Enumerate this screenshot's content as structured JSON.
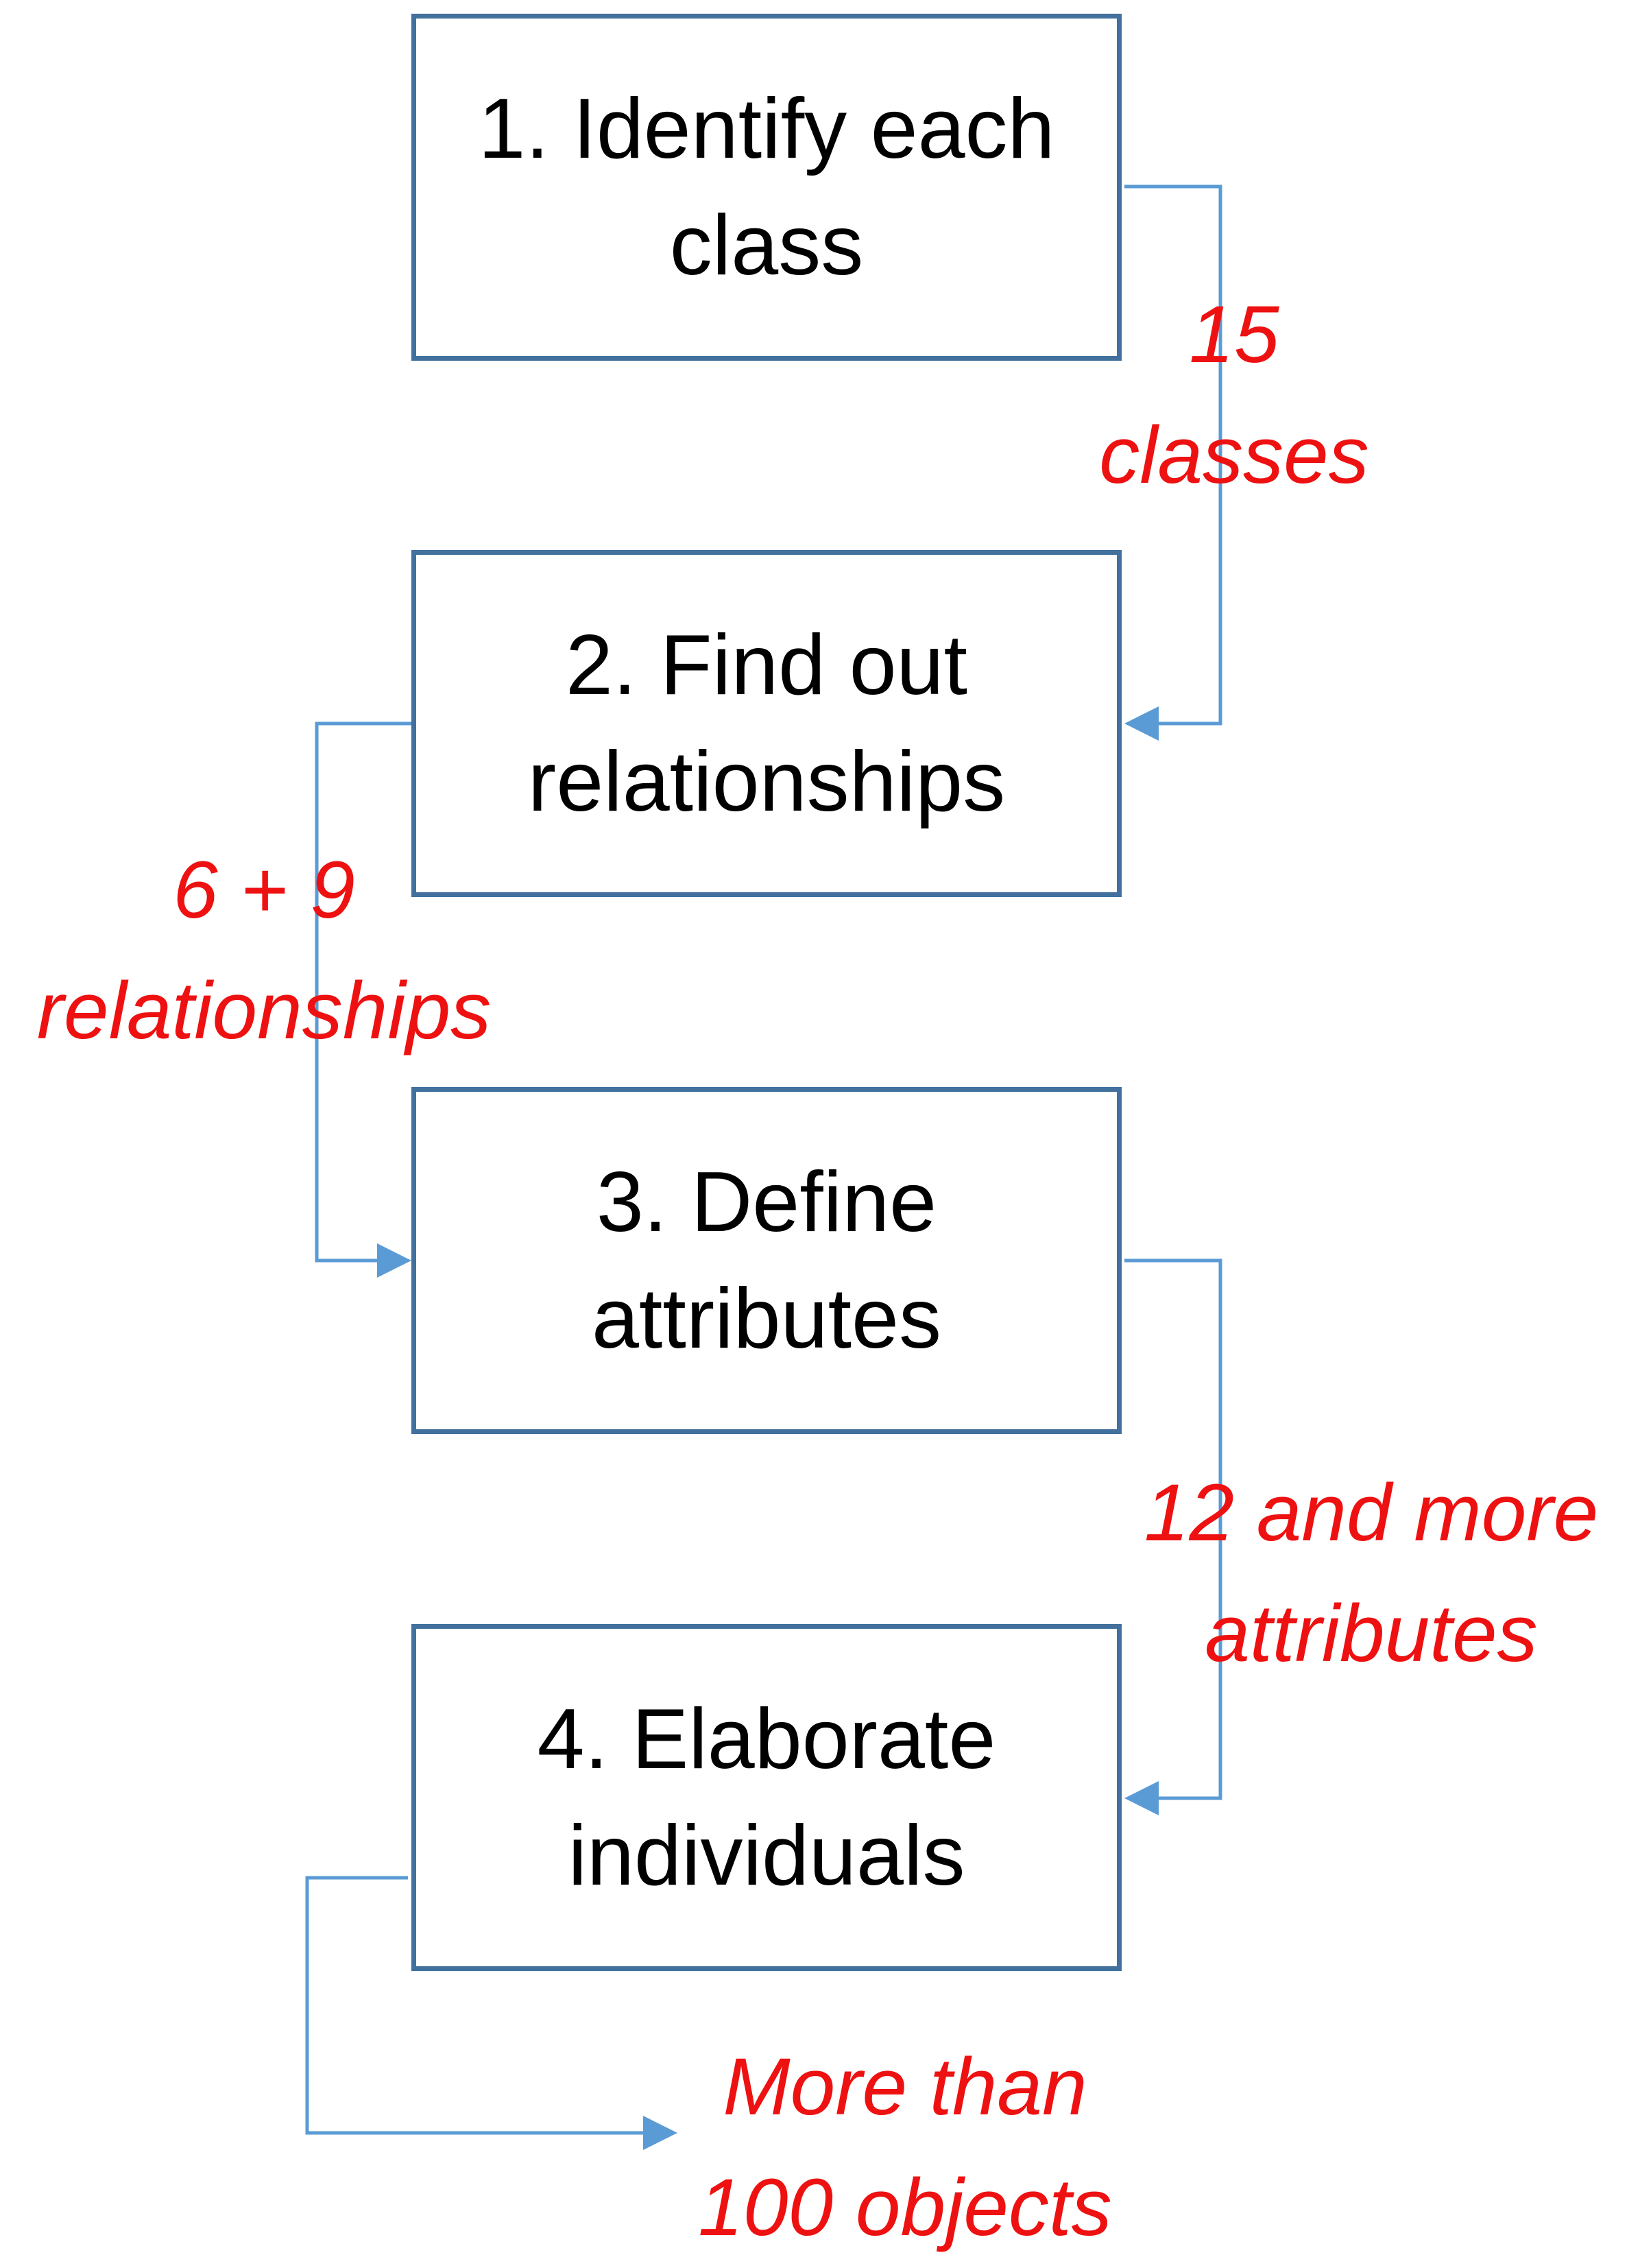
{
  "steps": [
    {
      "line1": "1. Identify each",
      "line2": "class"
    },
    {
      "line1": "2. Find out",
      "line2": "relationships"
    },
    {
      "line1": "3. Define",
      "line2": "attributes"
    },
    {
      "line1": "4. Elaborate",
      "line2": "individuals"
    }
  ],
  "annotations": [
    {
      "line1": "15",
      "line2": "classes"
    },
    {
      "line1": "6 + 9",
      "line2": "relationships"
    },
    {
      "line1": "12 and more",
      "line2": "attributes"
    },
    {
      "line1": "More than",
      "line2": "100 objects"
    }
  ],
  "colors": {
    "box_border": "#41719c",
    "connector": "#5b9bd5",
    "annotation_text": "#ee1111",
    "step_text": "#000000"
  }
}
